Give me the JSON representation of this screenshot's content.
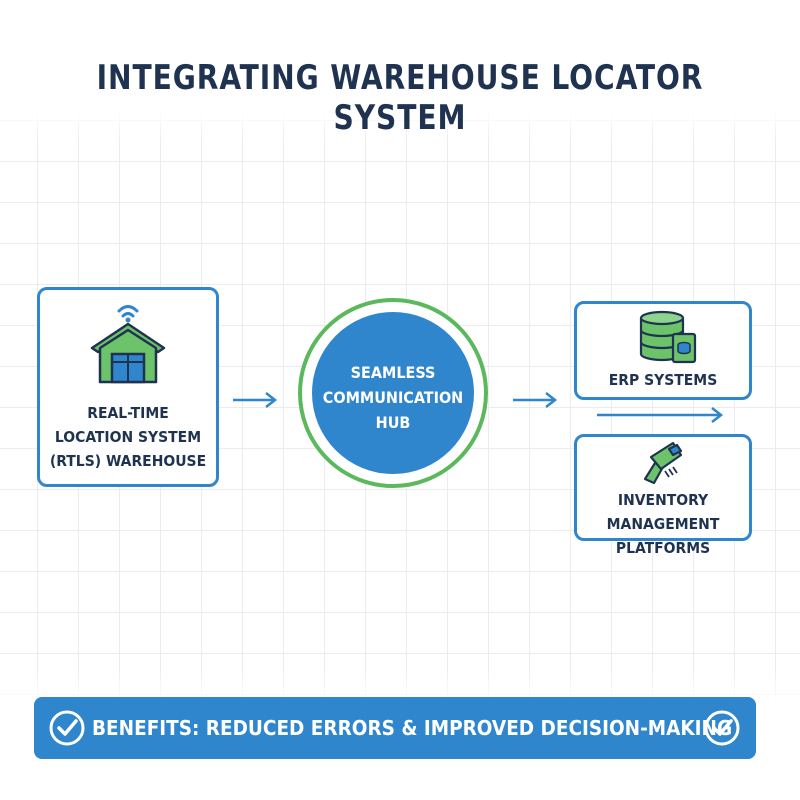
{
  "title": "INTEGRATING WAREHOUSE LOCATOR SYSTEM",
  "nodes": {
    "rtls": {
      "label": "REAL-TIME\nLOCATION SYSTEM\n(RTLS) WAREHOUSE",
      "icon": "warehouse-wifi-icon"
    },
    "hub": {
      "label": "SEAMLESS\nCOMMUNICATION\nHUB"
    },
    "erp": {
      "label": "ERP SYSTEMS",
      "icon": "database-icon"
    },
    "inventory": {
      "label": "INVENTORY MANAGEMENT\nPLATFORMS",
      "icon": "barcode-scanner-icon"
    }
  },
  "banner": {
    "text": "BENEFITS: REDUCED ERRORS & IMPROVED DECISION-MAKING",
    "icon": "checkmark-circle-icon"
  },
  "colors": {
    "primary_blue": "#2f86cc",
    "accent_green": "#5cb85c",
    "dark_navy": "#1f3350",
    "grid": "#ececf0"
  }
}
